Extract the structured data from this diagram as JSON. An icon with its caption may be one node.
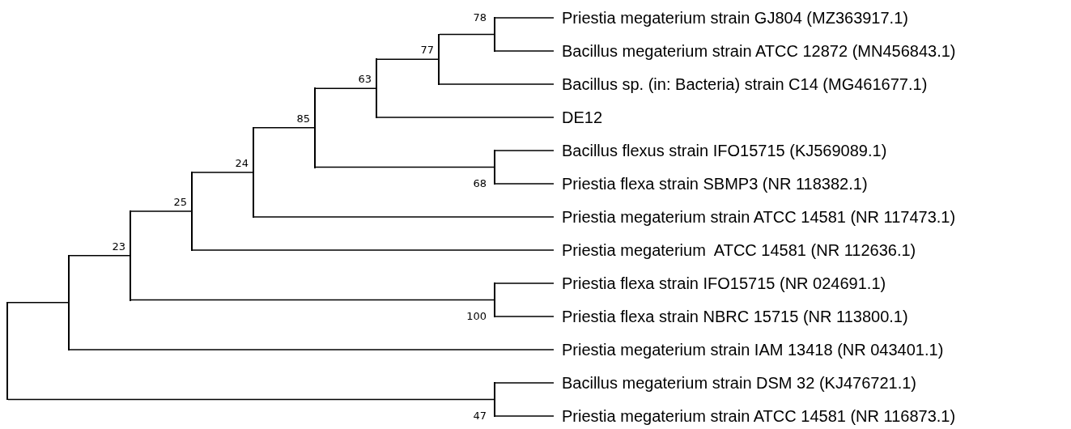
{
  "diagram": {
    "nodes": [
      {
        "text": [],
        "shape": "bar"
      },
      {
        "text": [],
        "shape": "bar"
      },
      {
        "text": [],
        "shape": "bar",
        "beside": [
          "23"
        ]
      },
      {
        "text": [],
        "shape": "bar",
        "beside": [
          "25"
        ]
      },
      {
        "text": [],
        "shape": "bar",
        "beside": [
          "24"
        ]
      },
      {
        "text": [],
        "shape": "bar",
        "beside": [
          "85"
        ]
      },
      {
        "text": [],
        "shape": "bar",
        "beside": [
          "63"
        ]
      },
      {
        "text": [],
        "shape": "bar",
        "beside": [
          "77"
        ]
      },
      {
        "text": [],
        "shape": "bar",
        "beside": [
          "78"
        ]
      },
      {
        "text": [
          "Priestia megaterium strain GJ804 (MZ363917.1)"
        ]
      },
      {
        "text": [
          "Bacillus megaterium strain ATCC 12872 (MN456843.1)"
        ]
      },
      {
        "text": [
          "Bacillus sp. (in: Bacteria) strain C14 (MG461677.1)"
        ]
      },
      {
        "text": [
          "DE12"
        ]
      },
      {
        "text": [],
        "shape": "bar",
        "beside": [
          "68"
        ]
      },
      {
        "text": [
          "Bacillus flexus strain IFO15715 (KJ569089.1)"
        ]
      },
      {
        "text": [
          "Priestia flexa strain SBMP3 (NR 118382.1)"
        ]
      },
      {
        "text": [
          "Priestia megaterium strain ATCC 14581 (NR 117473.1)"
        ]
      },
      {
        "text": [
          "Priestia megaterium  ATCC 14581 (NR 112636.1)"
        ]
      },
      {
        "text": [],
        "shape": "bar",
        "beside": [
          "100"
        ]
      },
      {
        "text": [
          "Priestia flexa strain IFO15715 (NR 024691.1)"
        ]
      },
      {
        "text": [
          "Priestia flexa strain NBRC 15715 (NR 113800.1)"
        ]
      },
      {
        "text": [
          "Priestia megaterium strain IAM 13418 (NR 043401.1)"
        ]
      },
      {
        "text": [],
        "shape": "bar",
        "beside": [
          "47"
        ]
      },
      {
        "text": [
          "Bacillus megaterium strain DSM 32 (KJ476721.1)"
        ]
      },
      {
        "text": [
          "Priestia megaterium strain ATCC 14581 (NR 116873.1)"
        ]
      }
    ],
    "edges": [
      {
        "from": 0,
        "to": 1,
        "arrow": "none"
      },
      {
        "from": 0,
        "to": 22,
        "arrow": "none"
      },
      {
        "from": 1,
        "to": 2,
        "arrow": "none"
      },
      {
        "from": 1,
        "to": 21,
        "arrow": "none"
      },
      {
        "from": 2,
        "to": 3,
        "arrow": "none"
      },
      {
        "from": 2,
        "to": 18,
        "arrow": "none"
      },
      {
        "from": 3,
        "to": 4,
        "arrow": "none"
      },
      {
        "from": 3,
        "to": 17,
        "arrow": "none"
      },
      {
        "from": 4,
        "to": 5,
        "arrow": "none"
      },
      {
        "from": 4,
        "to": 16,
        "arrow": "none"
      },
      {
        "from": 5,
        "to": 6,
        "arrow": "none"
      },
      {
        "from": 5,
        "to": 13,
        "arrow": "none"
      },
      {
        "from": 6,
        "to": 7,
        "arrow": "none"
      },
      {
        "from": 6,
        "to": 12,
        "arrow": "none"
      },
      {
        "from": 7,
        "to": 8,
        "arrow": "none"
      },
      {
        "from": 7,
        "to": 11,
        "arrow": "none"
      },
      {
        "from": 8,
        "to": 9,
        "arrow": "none"
      },
      {
        "from": 8,
        "to": 10,
        "arrow": "none"
      },
      {
        "from": 13,
        "to": 14,
        "arrow": "none"
      },
      {
        "from": 13,
        "to": 15,
        "arrow": "none"
      },
      {
        "from": 18,
        "to": 19,
        "arrow": "none"
      },
      {
        "from": 18,
        "to": 20,
        "arrow": "none"
      },
      {
        "from": 22,
        "to": 23,
        "arrow": "none"
      },
      {
        "from": 22,
        "to": 24,
        "arrow": "none"
      }
    ]
  }
}
